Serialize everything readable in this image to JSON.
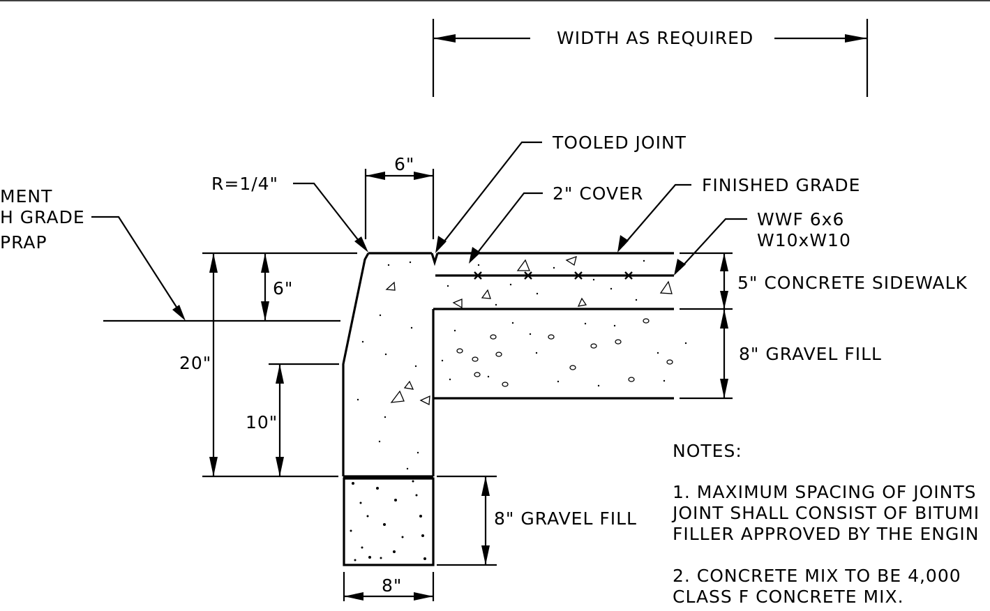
{
  "labels": {
    "width_as_required": "WIDTH AS REQUIRED",
    "tooled_joint": "TOOLED JOINT",
    "radius": "R=1/4\"",
    "curb_width": "6\"",
    "cover": "2\" COVER",
    "finished_grade": "FINISHED GRADE",
    "wwf_line1": "WWF 6x6",
    "wwf_line2": "W10xW10",
    "embankment_line1": "MENT",
    "embankment_line2": "H GRADE",
    "embankment_line3": "PRAP",
    "reveal": "6\"",
    "curb_height": "20\"",
    "lower_height": "10\"",
    "sidewalk": "5\" CONCRETE SIDEWALK",
    "gravel_fill_right": "8\" GRAVEL FILL",
    "gravel_fill_bottom": "8\" GRAVEL FILL",
    "footing_width": "8\""
  },
  "notes": {
    "heading": "NOTES:",
    "note1_line1": "1. MAXIMUM SPACING OF JOINTS",
    "note1_line2": "JOINT SHALL CONSIST OF BITUMI",
    "note1_line3": "FILLER APPROVED BY THE ENGIN",
    "note2_line1": "2. CONCRETE MIX TO BE 4,000",
    "note2_line2": "CLASS F CONCRETE MIX."
  }
}
